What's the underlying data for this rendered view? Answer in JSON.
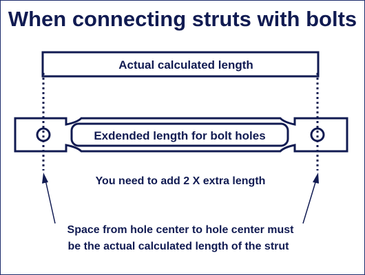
{
  "title": "When connecting struts with bolts",
  "top_bar_label": "Actual calculated length",
  "strut_label": "Exdended length for bolt holes",
  "note": "You need to add 2 X extra length",
  "caption_line1": "Space from hole center to hole center must",
  "caption_line2": "be the actual calculated length of the strut",
  "colors": {
    "ink": "#111b52",
    "background": "#ffffff"
  }
}
